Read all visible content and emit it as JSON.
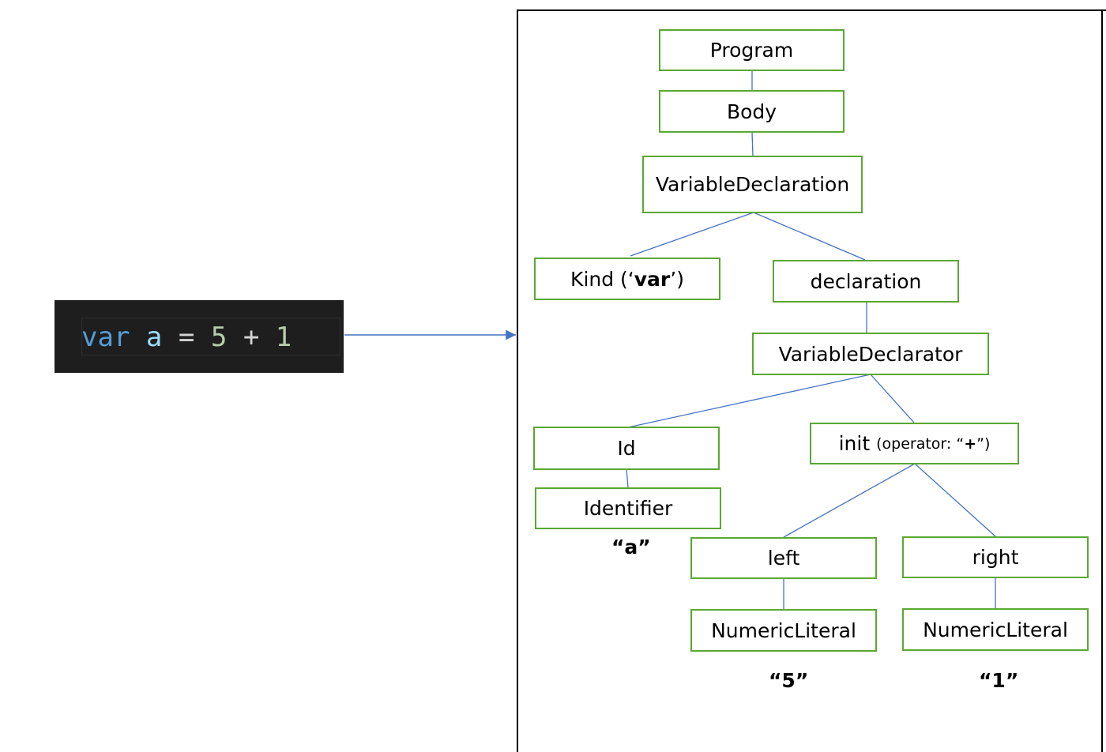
{
  "code": {
    "keyword": "var",
    "identifier": "a",
    "operator_assign": "=",
    "left_value": "5",
    "operator_plus": "+",
    "right_value": "1"
  },
  "tree": {
    "program": "Program",
    "body": "Body",
    "variable_declaration": "VariableDeclaration",
    "kind_prefix": "Kind (‘",
    "kind_value": "var",
    "kind_suffix": "’)",
    "declaration": "declaration",
    "variable_declarator": "VariableDeclarator",
    "id": "Id",
    "identifier": "Identifier",
    "identifier_value": "“a”",
    "init_label": "init",
    "init_detail_prefix": "(operator: “",
    "init_detail_operator": "+",
    "init_detail_suffix": "”)",
    "left": "left",
    "right": "right",
    "left_literal": "NumericLiteral",
    "right_literal": "NumericLiteral",
    "left_value": "“5”",
    "right_value": "“1”"
  },
  "colors": {
    "code_background": "#1e1e1e",
    "keyword": "#569cd6",
    "identifier": "#9cdcfe",
    "operator": "#d4d4d4",
    "number": "#b5cea8",
    "node_border": "#5aa832",
    "connector": "#4472c4"
  }
}
